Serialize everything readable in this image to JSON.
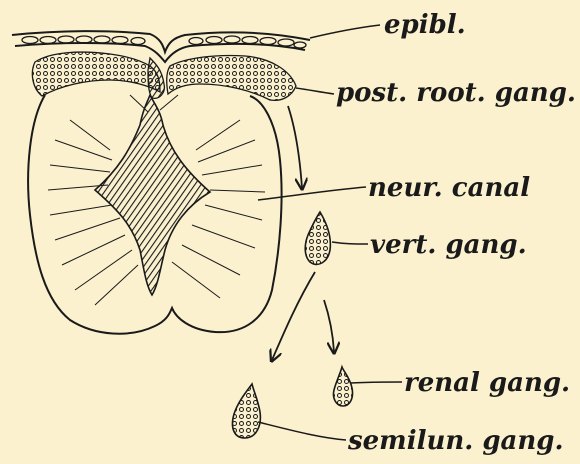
{
  "labels": {
    "epiblast": "epibl.",
    "posterior_root_ganglion": "post. root. gang.",
    "neural_canal": "neur. canal",
    "vertebral_ganglion": "vert. gang.",
    "renal_ganglion": "renal gang.",
    "semilunar_ganglion": "semilun. gang."
  },
  "colors": {
    "paper": "#fbf1cf",
    "ink": "#1a1a1a"
  }
}
